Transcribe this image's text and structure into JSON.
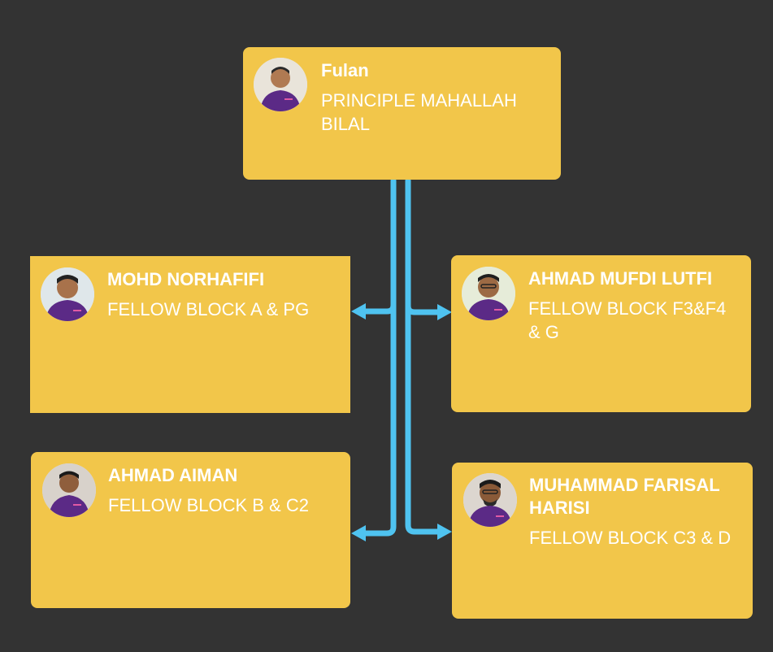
{
  "colors": {
    "background": "#333333",
    "card": "#f2c64a",
    "connector": "#4fc3f0",
    "text": "#ffffff",
    "shirt": "#5b2a86"
  },
  "root": {
    "name": "Fulan",
    "role": "PRINCIPLE MAHALLAH BILAL",
    "avatar_icon": "person-photo-icon"
  },
  "fellows": [
    {
      "name": "MOHD NORHAFIFI",
      "role": "FELLOW BLOCK A & PG",
      "avatar_icon": "person-photo-icon"
    },
    {
      "name": "AHMAD MUFDI LUTFI",
      "role": "FELLOW BLOCK F3&F4 & G",
      "avatar_icon": "person-photo-icon"
    },
    {
      "name": "AHMAD AIMAN",
      "role": "FELLOW BLOCK B & C2",
      "avatar_icon": "person-photo-icon"
    },
    {
      "name": "MUHAMMAD FARISAL HARISI",
      "role": "FELLOW BLOCK C3 & D",
      "avatar_icon": "person-photo-icon"
    }
  ]
}
